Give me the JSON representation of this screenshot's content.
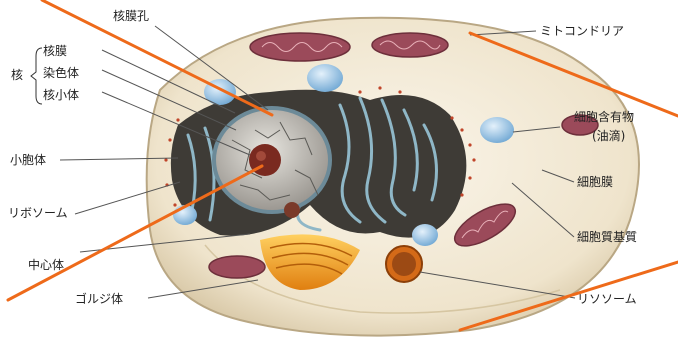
{
  "labels": {
    "nuclear_pore": "核膜孔",
    "mitochondria": "ミトコンドリア",
    "nucleus": "核",
    "nuclear_membrane": "核膜",
    "chromatin": "染色体",
    "nucleolus": "核小体",
    "cell_inclusion": "細胞含有物",
    "oil_droplet": "(油滴)",
    "vesicle": "小胞体",
    "cell_membrane": "細胞膜",
    "ribosome": "リボソーム",
    "cytoplasmic_matrix": "細胞質基質",
    "centriole": "中心体",
    "lysosome": "リソソーム",
    "golgi": "ゴルジ体"
  },
  "colors": {
    "pointer_line": "#ee6a1a",
    "leader_line": "#555555",
    "cell_fill": "#f2ead8",
    "er_fill": "#3e3b36",
    "er_membrane": "#8fb7c7",
    "mito_fill": "#9b4a5a",
    "golgi_fill": "#f0a020",
    "vacuole_fill": "#9cc3e2"
  }
}
